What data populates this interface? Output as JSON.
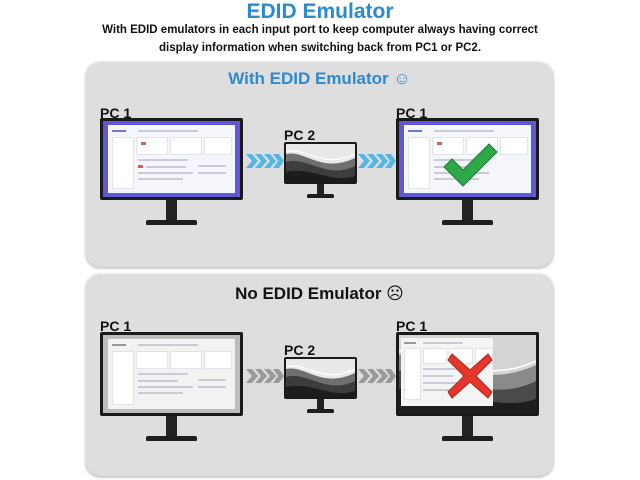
{
  "header": {
    "title": "EDID Emulator",
    "subtitle_line1": "With EDID emulators in each input port to keep computer always having correct",
    "subtitle_line2": "display information when switching back from PC1 or PC2."
  },
  "with_panel": {
    "heading": "With EDID Emulator ☺",
    "left_label": "PC 1",
    "middle_label": "PC 2",
    "right_label": "PC 1",
    "result_icon": "check-icon"
  },
  "without_panel": {
    "heading": "No EDID Emulator ☹",
    "left_label": "PC 1",
    "middle_label": "PC 2",
    "right_label": "PC 1",
    "result_icon": "cross-icon"
  },
  "colors": {
    "accent_blue": "#2a8ad2",
    "screen_purple": "#5f59d8",
    "arrow_blue": "#56b7e6",
    "arrow_gray": "#9a9a9a",
    "check_green": "#2fa84a",
    "cross_red": "#e3372d"
  }
}
